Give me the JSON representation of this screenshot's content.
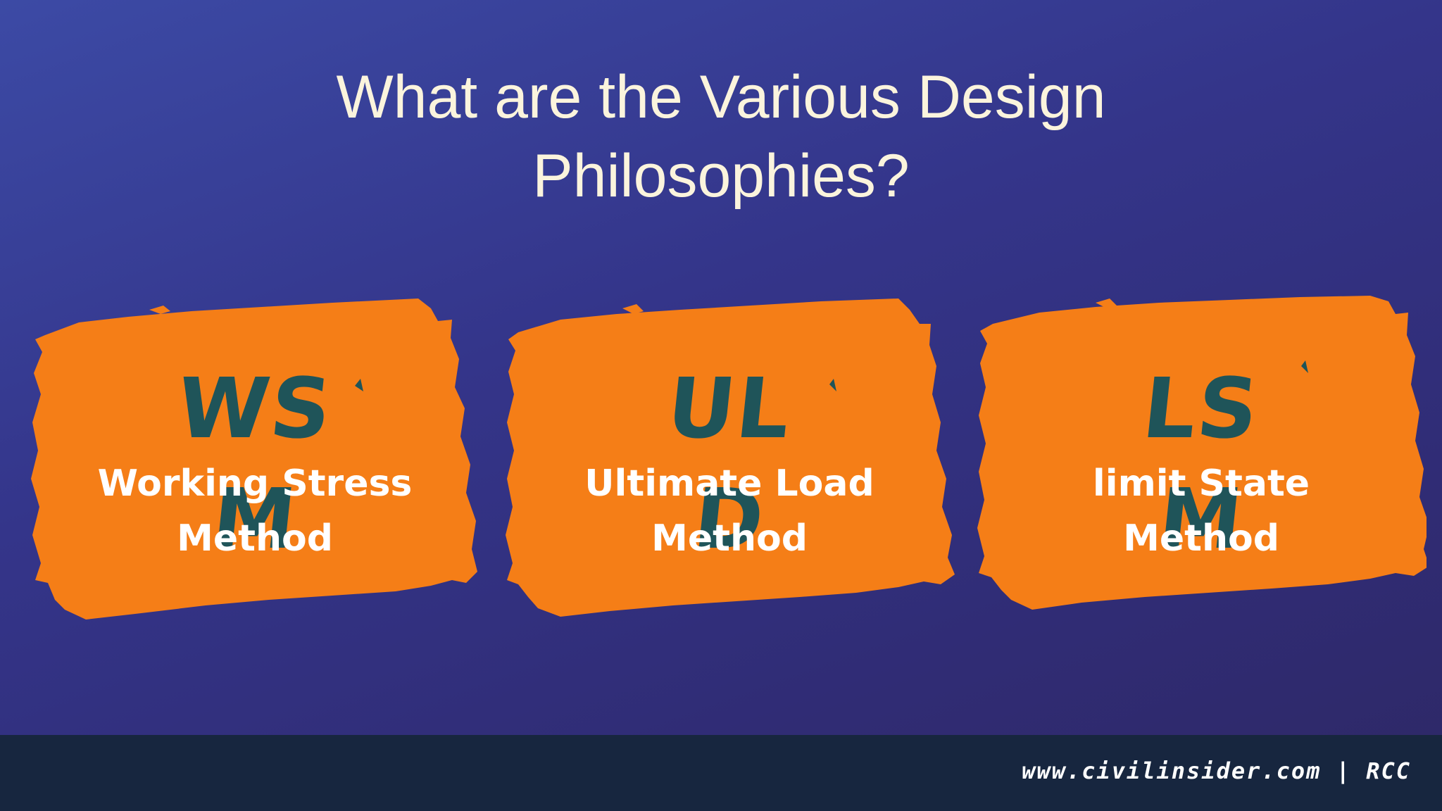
{
  "title": {
    "line1": "What are the Various Design",
    "line2": "Philosophies?"
  },
  "cards": [
    {
      "abbr_line1": "WS",
      "abbr_line2": "M",
      "label_line1": "Working Stress",
      "label_line2": "Method"
    },
    {
      "abbr_line1": "UL",
      "abbr_line2": "D",
      "label_line1": "Ultimate Load",
      "label_line2": "Method"
    },
    {
      "abbr_line1": "LS",
      "abbr_line2": "M",
      "label_line1": "limit State",
      "label_line2": "Method"
    }
  ],
  "footer": {
    "text": "www.civilinsider.com | RCC"
  },
  "colors": {
    "background": "#34358a",
    "card": "#f57e17",
    "abbr": "#1f5459",
    "footer": "#17263f",
    "title": "#fbf4dd"
  }
}
